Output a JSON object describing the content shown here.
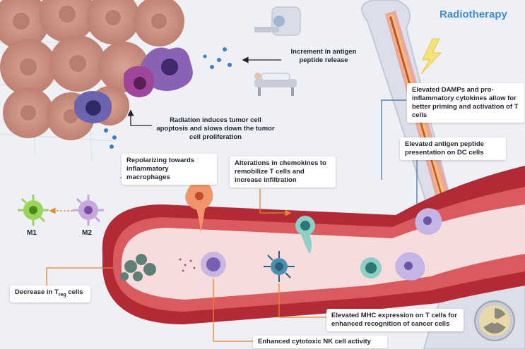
{
  "title": "Radiotherapy",
  "labels": {
    "antigen_release": "Increment in antigen peptide release",
    "apoptosis": "Radiation induces tumor cell apoptosis and slows down the tumor cell proliferation",
    "damps": "Elevated DAMPs and pro-inflammatory cytokines allow for better priming and activation of T cells",
    "dc_presentation": "Elevated antigen peptide presentation on DC cells",
    "repolarizing": "Repolarizing towards inflammatory macrophages",
    "chemokines": "Alterations in chemokines to remobilize T cells and increase infiltration",
    "treg_prefix": "Decrease in T",
    "treg_sub": "reg",
    "treg_suffix": " cells",
    "mhc": "Elevated MHC expression on T cells for enhanced recognition of cancer cells",
    "nk": "Enhanced cytotoxic NK cell activity",
    "m1": "M1",
    "m2": "M2"
  },
  "colors": {
    "title": "#3b8fd1",
    "arrow": "#e8842c",
    "vessel_outer": "#b22a34",
    "vessel_inner": "#f6dcdc",
    "tumor": "#c9907f"
  }
}
